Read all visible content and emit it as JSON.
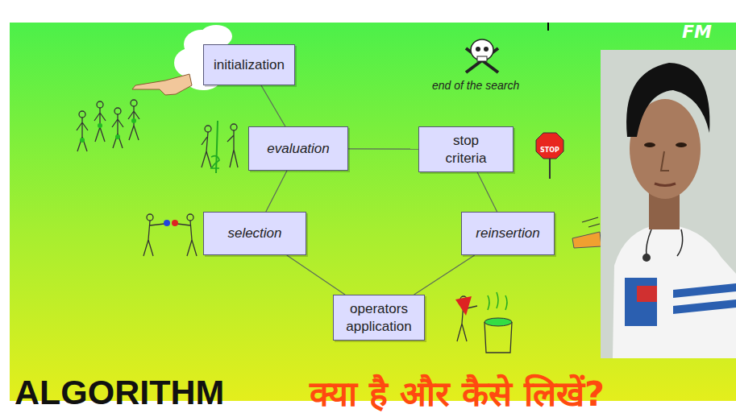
{
  "diagram": {
    "nodes": [
      {
        "text": [
          "initialization"
        ]
      },
      {
        "text": [
          "evaluation"
        ]
      },
      {
        "text": [
          "stop criteria"
        ]
      },
      {
        "text": [
          "selection"
        ]
      },
      {
        "text": [
          "reinsertion"
        ]
      },
      {
        "text": [
          "operators application"
        ]
      }
    ],
    "edges": [
      {
        "from": 0,
        "to": 1,
        "arrow": "none"
      },
      {
        "from": 1,
        "to": 2,
        "arrow": "none"
      },
      {
        "from": 2,
        "to": 4,
        "arrow": "none"
      },
      {
        "from": 4,
        "to": 5,
        "arrow": "none"
      },
      {
        "from": 5,
        "to": 3,
        "arrow": "none"
      },
      {
        "from": 3,
        "to": 1,
        "arrow": "none"
      }
    ],
    "labels": [
      "end of the search",
      "STOP",
      "FM",
      "ALGORITHM",
      "क्या है और कैसे लिखें?"
    ]
  }
}
